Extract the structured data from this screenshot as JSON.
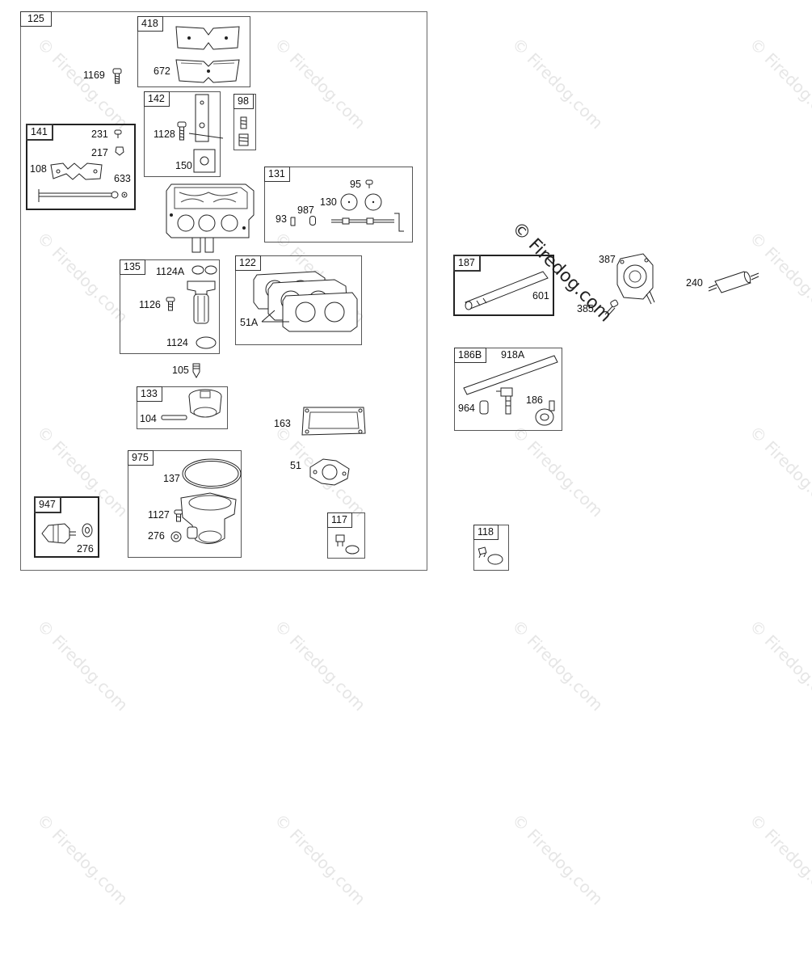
{
  "watermark": "© Firedog.com",
  "groups": {
    "g125": "125",
    "g418": "418",
    "g142": "142",
    "g98": "98",
    "g141": "141",
    "g131": "131",
    "g135": "135",
    "g122": "122",
    "g133": "133",
    "g975": "975",
    "g947": "947",
    "g117": "117",
    "g187": "187",
    "g186b": "186B",
    "g118": "118"
  },
  "parts": {
    "p1169": "1169",
    "p672": "672",
    "p1128": "1128",
    "p150": "150",
    "p231": "231",
    "p217": "217",
    "p108": "108",
    "p633": "633",
    "p95": "95",
    "p130": "130",
    "p987": "987",
    "p93": "93",
    "p1124a": "1124A",
    "p1126": "1126",
    "p1124": "1124",
    "p51a": "51A",
    "p105": "105",
    "p104": "104",
    "p163": "163",
    "p51": "51",
    "p137": "137",
    "p1127": "1127",
    "p276a": "276",
    "p276b": "276",
    "p601": "601",
    "p387": "387",
    "p385": "385",
    "p240": "240",
    "p918a": "918A",
    "p964": "964",
    "p186": "186"
  }
}
